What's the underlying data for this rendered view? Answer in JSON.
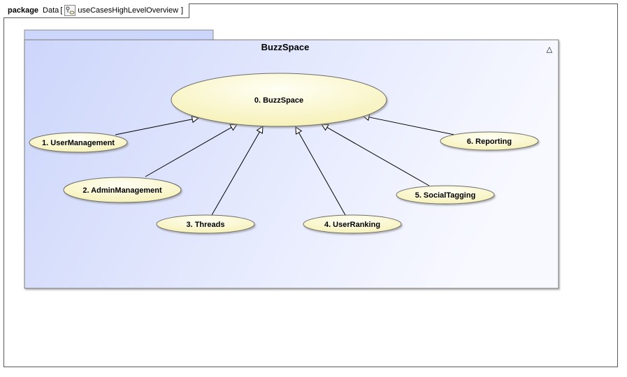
{
  "frame": {
    "keyword": "package",
    "name": "Data",
    "bracket_open": "[",
    "diagram_icon": "use-case-diagram-icon",
    "diagram_name": "useCasesHighLevelOverview",
    "bracket_close": "]"
  },
  "system": {
    "title": "BuzzSpace",
    "collapse_icon": "triangle-icon",
    "collapse_glyph": "△"
  },
  "use_cases": [
    {
      "id": "uc0",
      "label": "0. BuzzSpace"
    },
    {
      "id": "uc1",
      "label": "1. UserManagement"
    },
    {
      "id": "uc2",
      "label": "2. AdminManagement"
    },
    {
      "id": "uc3",
      "label": "3. Threads"
    },
    {
      "id": "uc4",
      "label": "4. UserRanking"
    },
    {
      "id": "uc5",
      "label": "5. SocialTagging"
    },
    {
      "id": "uc6",
      "label": "6. Reporting"
    }
  ],
  "generalizations": [
    {
      "from": "uc1",
      "to": "uc0"
    },
    {
      "from": "uc2",
      "to": "uc0"
    },
    {
      "from": "uc3",
      "to": "uc0"
    },
    {
      "from": "uc4",
      "to": "uc0"
    },
    {
      "from": "uc5",
      "to": "uc0"
    },
    {
      "from": "uc6",
      "to": "uc0"
    }
  ],
  "colors": {
    "ellipse_fill_light": "#fffff4",
    "ellipse_fill_dark": "#f6f0b4",
    "system_fill_left": "#cdd6fb",
    "system_fill_right": "#f8f9ff",
    "line": "#000000"
  }
}
